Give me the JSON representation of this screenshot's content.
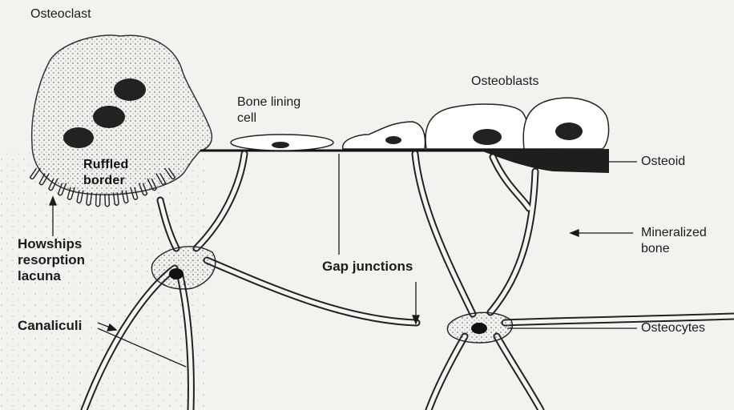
{
  "diagram": {
    "labels": {
      "osteoclast": "Osteoclast",
      "ruffled_border": "Ruffled\nborder",
      "bone_lining_cell": "Bone lining\ncell",
      "osteoblasts": "Osteoblasts",
      "osteoid": "Osteoid",
      "mineralized_bone": "Mineralized\nbone",
      "howships": "Howships\nresorption\nlacuna",
      "gap_junctions": "Gap junctions",
      "canaliculi": "Canaliculi",
      "osteocytes": "Osteocytes"
    },
    "colors": {
      "background": "#f2f2ee",
      "ink": "#1a1a1a",
      "cell_fill": "#ffffff",
      "stipple": "#6a6a6a"
    }
  }
}
